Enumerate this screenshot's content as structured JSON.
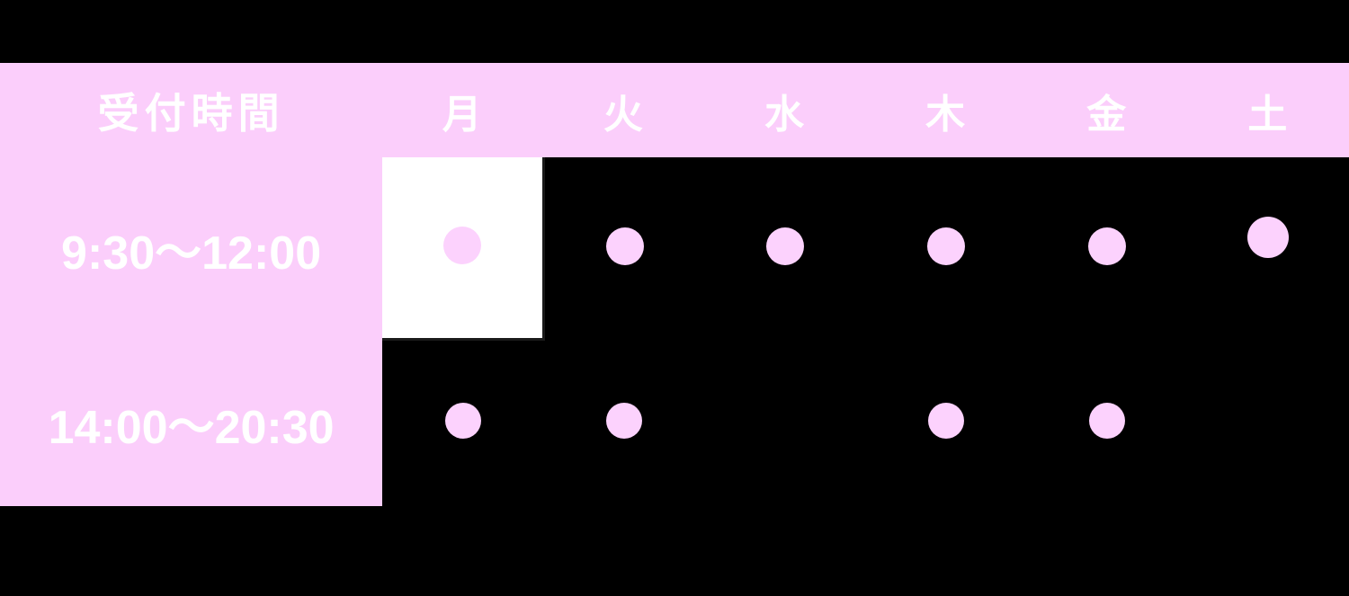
{
  "table": {
    "header": {
      "time_label": "受付時間",
      "days": [
        "月",
        "火",
        "水",
        "木",
        "金",
        "土"
      ]
    },
    "rows": [
      {
        "time": "9:30〜12:00",
        "cells": [
          {
            "day": "月",
            "open": true,
            "style": "white-cell"
          },
          {
            "day": "火",
            "open": true,
            "style": "plain"
          },
          {
            "day": "水",
            "open": true,
            "style": "plain"
          },
          {
            "day": "木",
            "open": true,
            "style": "plain"
          },
          {
            "day": "金",
            "open": true,
            "style": "plain"
          },
          {
            "day": "土",
            "open": true,
            "style": "raised"
          }
        ]
      },
      {
        "time": "14:00〜20:30",
        "cells": [
          {
            "day": "月",
            "open": true,
            "style": "plain"
          },
          {
            "day": "火",
            "open": true,
            "style": "plain"
          },
          {
            "day": "水",
            "open": false,
            "style": "plain"
          },
          {
            "day": "木",
            "open": true,
            "style": "plain"
          },
          {
            "day": "金",
            "open": true,
            "style": "plain"
          },
          {
            "day": "土",
            "open": false,
            "style": "plain"
          }
        ]
      }
    ],
    "marker_symbol": "●"
  },
  "colors": {
    "background": "#000000",
    "cell_fill": "#fbcefb",
    "marker": "#fcd2fd",
    "text": "#ffffff",
    "border": "#1a1a1a",
    "white_cell": "#ffffff"
  }
}
